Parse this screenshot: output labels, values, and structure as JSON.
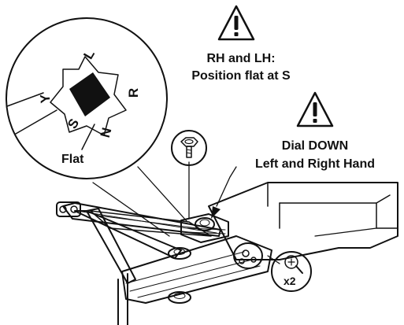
{
  "warnings": [
    {
      "icon": "warning-triangle-icon",
      "line1": "RH and LH:",
      "line2": "Position flat at S"
    },
    {
      "icon": "warning-triangle-icon",
      "line1": "Dial DOWN",
      "line2": "Left and Right Hand"
    }
  ],
  "dial": {
    "letters": {
      "top": "L",
      "right": "R",
      "left": "Y",
      "bottom_left": "S",
      "bottom": "N"
    },
    "flat_label": "Flat"
  },
  "screw_callout": {
    "icon": "phillips-screw-icon",
    "quantity": "x2"
  },
  "bolt_callout": {
    "icon": "hex-bolt-icon"
  },
  "colors": {
    "warning_fill": "#fbee55",
    "line": "#111111",
    "bracket_fill": "#f2f2f2"
  }
}
